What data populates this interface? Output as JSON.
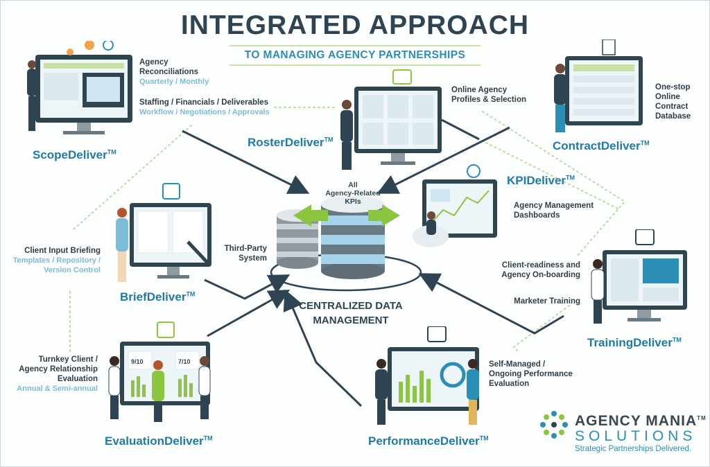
{
  "header": {
    "title": "INTEGRATED APPROACH",
    "subtitle": "TO MANAGING AGENCY PARTNERSHIPS"
  },
  "center": {
    "db_label_line1": "All",
    "db_label_line2": "Agency-Related",
    "db_label_line3": "KPIs",
    "third_party_line1": "Third-Party",
    "third_party_line2": "System",
    "hub_line1": "CENTRALIZED DATA",
    "hub_line2": "MANAGEMENT"
  },
  "modules": {
    "scope": {
      "name": "ScopeDeliver",
      "tm": "TM",
      "callout1_line1": "Agency",
      "callout1_line2": "Reconciliations",
      "callout1_sub": "Quarterly / Monthly",
      "callout2": "Staffing / Financials / Deliverables",
      "callout2_sub": "Workflow / Negotiations / Approvals"
    },
    "roster": {
      "name": "RosterDeliver",
      "tm": "TM",
      "callout_line1": "Online Agency",
      "callout_line2": "Profiles & Selection"
    },
    "contract": {
      "name": "ContractDeliver",
      "tm": "TM",
      "callout_line1": "One-stop",
      "callout_line2": "Online",
      "callout_line3": "Contract",
      "callout_line4": "Database"
    },
    "kpi": {
      "name": "KPIDeliver",
      "tm": "TM",
      "callout_line1": "Agency Management",
      "callout_line2": "Dashboards"
    },
    "brief": {
      "name": "BriefDeliver",
      "tm": "TM",
      "callout": "Client Input Briefing",
      "callout_sub1": "Templates / Repository /",
      "callout_sub2": "Version Control"
    },
    "training": {
      "name": "TrainingDeliver",
      "tm": "TM",
      "callout1_line1": "Client-readiness and",
      "callout1_line2": "Agency On-boarding",
      "callout2": "Marketer Training"
    },
    "evaluation": {
      "name": "EvaluationDeliver",
      "tm": "TM",
      "callout_line1": "Turnkey Client /",
      "callout_line2": "Agency Relationship",
      "callout_line3": "Evaluation",
      "callout_sub": "Annual & Semi-annual",
      "score1": "9/10",
      "score2": "7/10"
    },
    "performance": {
      "name": "PerformanceDeliver",
      "tm": "TM",
      "callout_line1": "Self-Managed /",
      "callout_line2": "Ongoing Performance",
      "callout_line3": "Evaluation"
    }
  },
  "logo": {
    "line1": "AGENCY MANIA",
    "tm": "TM",
    "line2": "SOLUTIONS",
    "tagline": "Strategic Partnerships Delivered."
  },
  "colors": {
    "navy": "#2e4452",
    "accent_blue": "#1f7aa5",
    "light_blue": "#7bbcd9",
    "green": "#8cc63f",
    "screen_dark": "#2f4650"
  },
  "icons": [
    "coin-icon",
    "target-icon",
    "gear-icon",
    "checkmark-icon",
    "document-icon",
    "id-card-icon",
    "pencil-icon",
    "chart-icon",
    "cloud-icon",
    "handshake-icon",
    "presentation-icon"
  ]
}
